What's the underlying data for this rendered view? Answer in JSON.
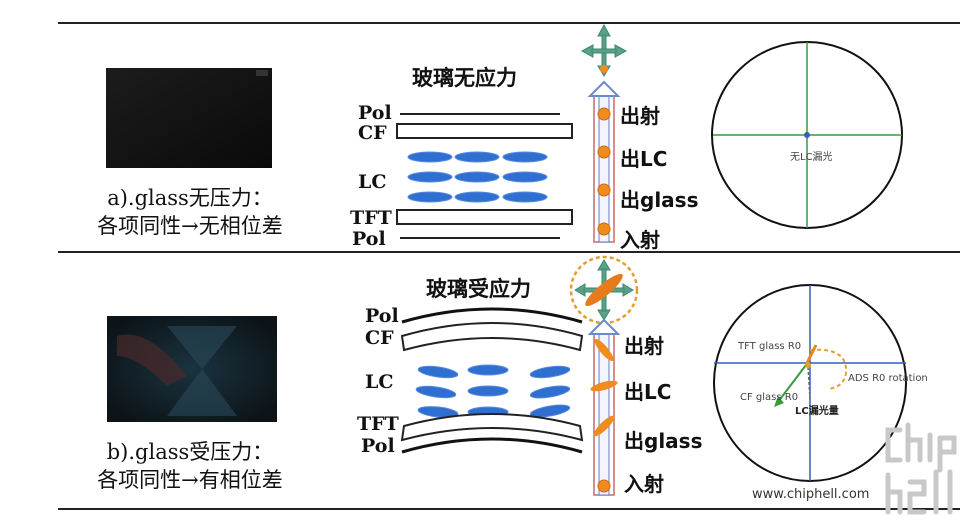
{
  "top": {
    "caption_line1": "a).glass无压力：",
    "caption_line2": "各项同性→无相位差",
    "title": "玻璃无应力",
    "layers": {
      "pol_top": "Pol",
      "cf": "CF",
      "lc": "LC",
      "tft": "TFT",
      "pol_bottom": "Pol"
    },
    "path": {
      "exit": "出射",
      "lc": "出LC",
      "glass": "出glass",
      "enter": "入射"
    },
    "ellipse_note": "无LC漏光"
  },
  "bottom": {
    "caption_line1": "b).glass受压力：",
    "caption_line2": "各项同性→有相位差",
    "title": "玻璃受应力",
    "layers": {
      "pol_top": "Pol",
      "cf": "CF",
      "lc": "LC",
      "tft": "TFT",
      "pol_bottom": "Pol"
    },
    "path": {
      "exit": "出射",
      "lc": "出LC",
      "glass": "出glass",
      "enter": "入射"
    },
    "ellipse_notes": {
      "tft": "TFT glass R0",
      "ads": "ADS R0 rotation",
      "cf": "CF glass R0",
      "leak": "LC漏光量"
    }
  },
  "watermark": {
    "url": "www.chiphell.com",
    "logo_text": "chip hell"
  },
  "colors": {
    "lc_blue": "#2f6fd0",
    "axis_green": "#3a9a3a",
    "axis_blue": "#3060c0",
    "ball_orange": "#f08c1e",
    "arrow_green": "#4a9a7a",
    "dash_orange": "#e0a030"
  }
}
